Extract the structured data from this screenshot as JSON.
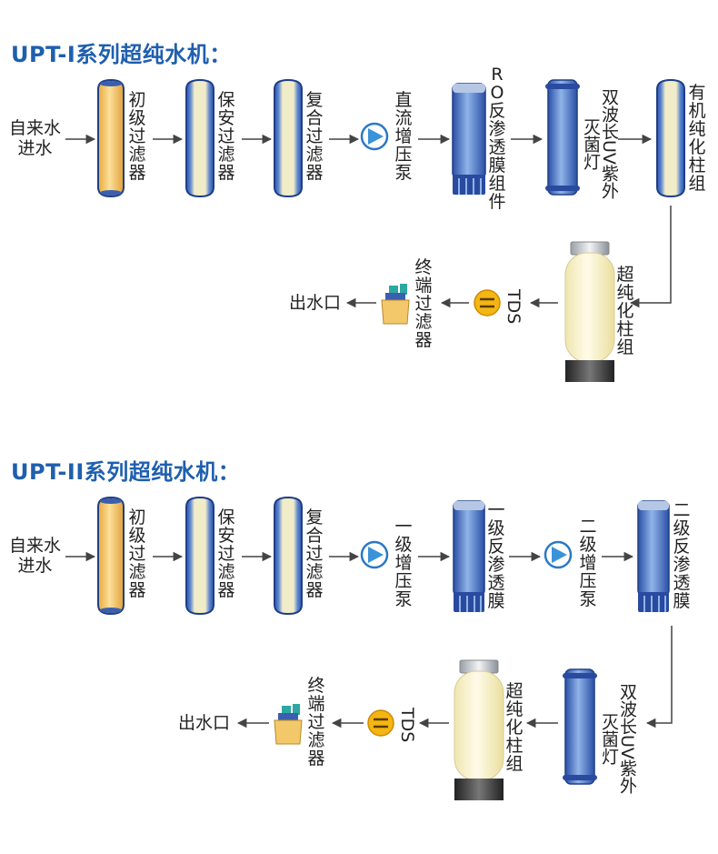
{
  "diagram1": {
    "title": "UPT-I系列超纯水机：",
    "inlet": [
      "自来水",
      "进水"
    ],
    "outlet": "出水口",
    "components": {
      "primary_filter": "初级过滤器",
      "security_filter": "保安过滤器",
      "composite_filter": "复合过滤器",
      "booster_pump": "直流增压泵",
      "ro_membrane": "RO反渗透膜组件",
      "uv_lamp": "双波长UV紫外灭菌灯",
      "organic_column": "有机纯化柱组",
      "ultrapure_column": "超纯化柱组",
      "tds": "TDS",
      "terminal_filter": "终端过滤器"
    }
  },
  "diagram2": {
    "title": "UPT-II系列超纯水机：",
    "inlet": [
      "自来水",
      "进水"
    ],
    "outlet": "出水口",
    "components": {
      "primary_filter": "初级过滤器",
      "security_filter": "保安过滤器",
      "composite_filter": "复合过滤器",
      "pump1": "一级增压泵",
      "membrane1": "一级反渗透膜",
      "pump2": "二级增压泵",
      "membrane2": "二级反渗透膜",
      "uv_lamp": "双波长UV紫外灭菌灯",
      "ultrapure_column": "超纯化柱组",
      "tds": "TDS",
      "terminal_filter": "终端过滤器"
    }
  },
  "colors": {
    "title": "#1f5fae",
    "filter_orange": "#f1c35a",
    "filter_blue": "#3f64b8",
    "pump_blue": "#3a93d8",
    "tds_yellow": "#f3b613",
    "column_cream": "#fbf6d8"
  }
}
